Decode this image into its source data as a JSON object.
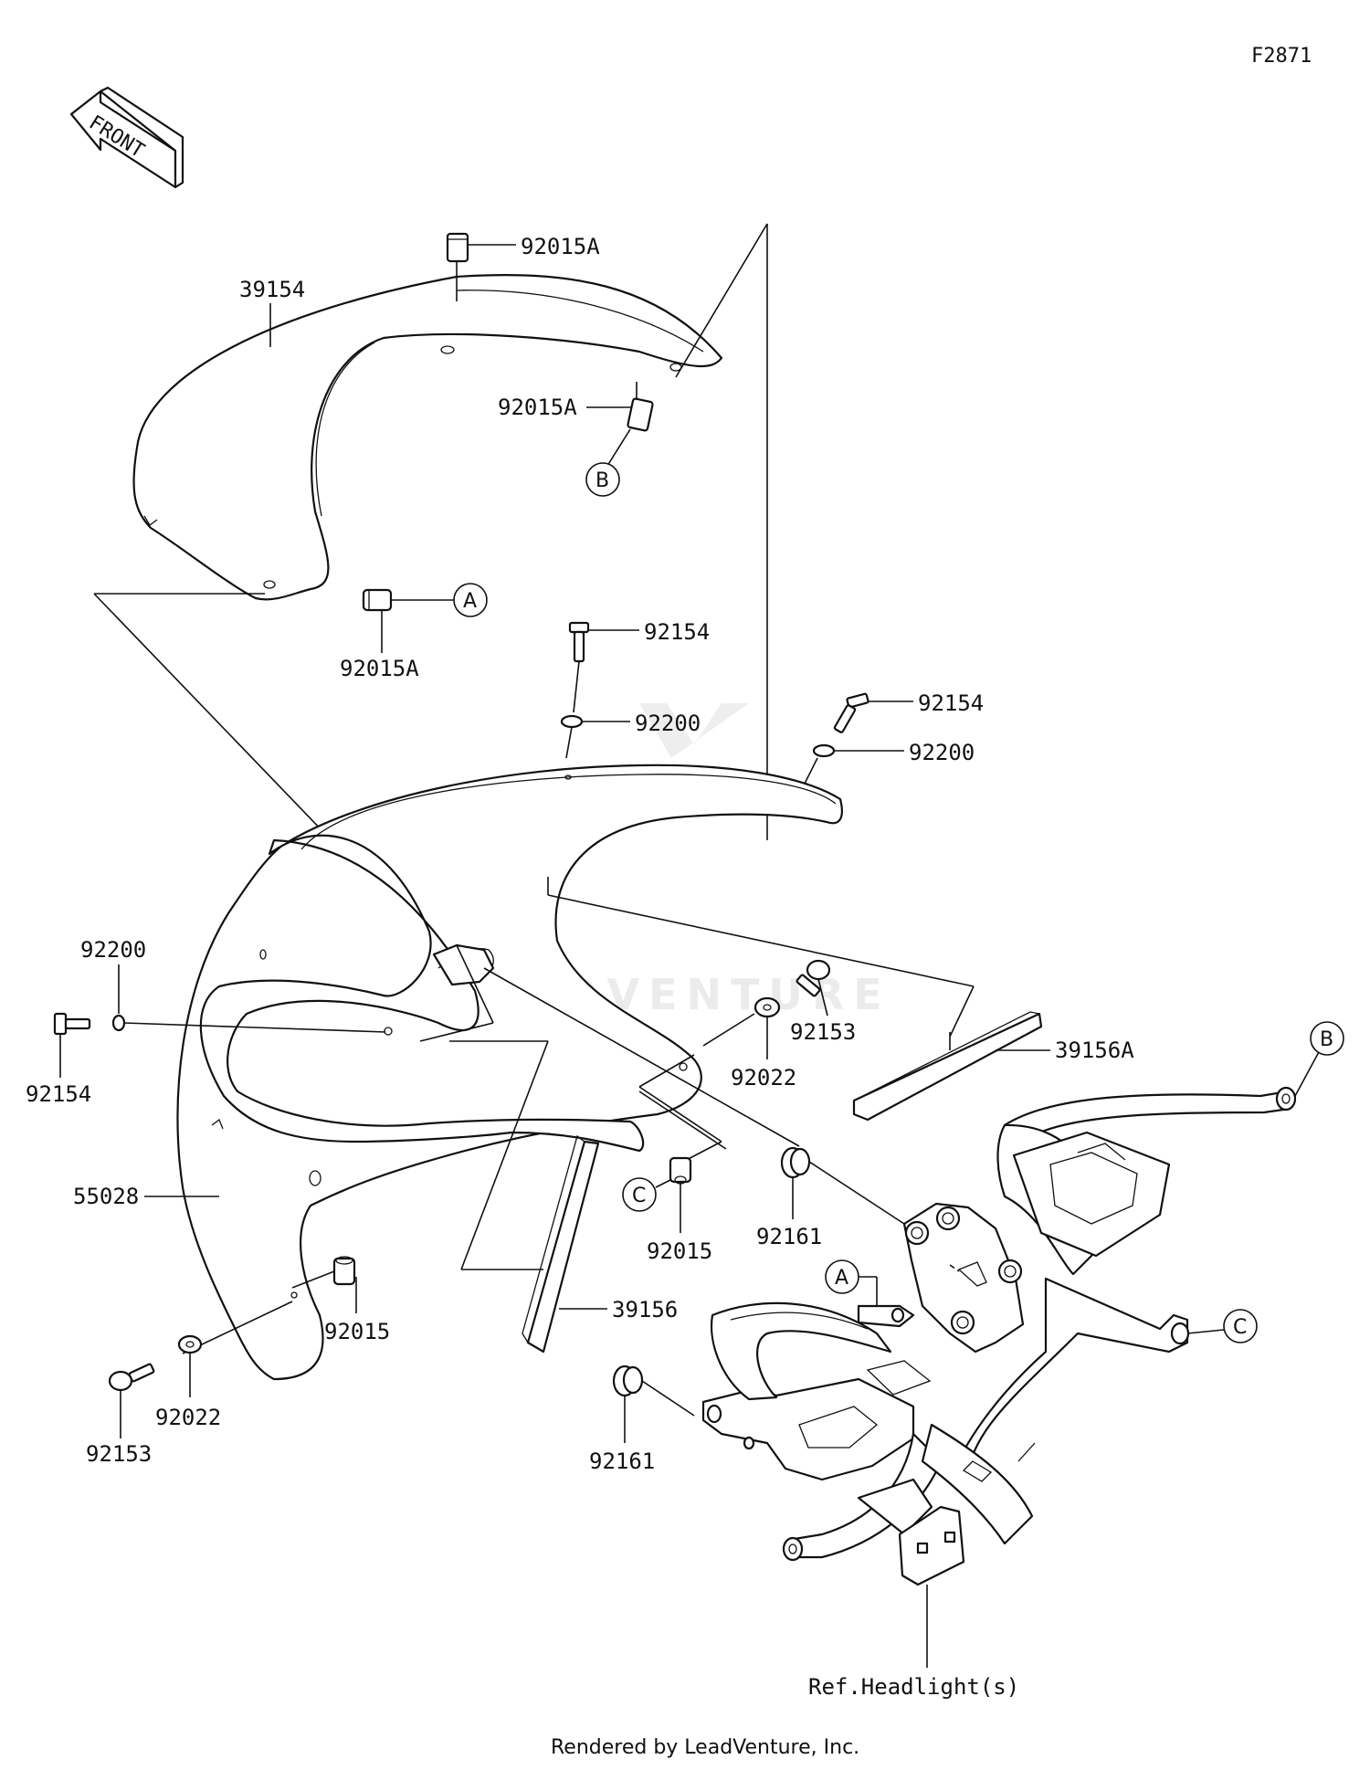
{
  "diagram_id": "F2871",
  "front_arrow": {
    "text": "FRONT"
  },
  "labels": {
    "p39154": "39154",
    "p92015A_top": "92015A",
    "p92015A_mid": "92015A",
    "p92015A_low": "92015A",
    "p92154_a": "92154",
    "p92200_a": "92200",
    "p92154_b": "92154",
    "p92200_b": "92200",
    "p92200_left": "92200",
    "p92154_left": "92154",
    "p92022_mid": "92022",
    "p92153_mid": "92153",
    "p39156A": "39156A",
    "p55028": "55028",
    "p92015_mid": "92015",
    "p92161_mid": "92161",
    "p92015_low": "92015",
    "p39156": "39156",
    "p92022_low": "92022",
    "p92153_low": "92153",
    "p92161_low": "92161",
    "ref_headlight": "Ref.Headlight(s)"
  },
  "callouts": {
    "A1": "A",
    "B1": "B",
    "A2": "A",
    "B2": "B",
    "C1": "C",
    "C2": "C"
  },
  "watermark": "LEADVENTURE",
  "footer": "Rendered by LeadVenture, Inc."
}
